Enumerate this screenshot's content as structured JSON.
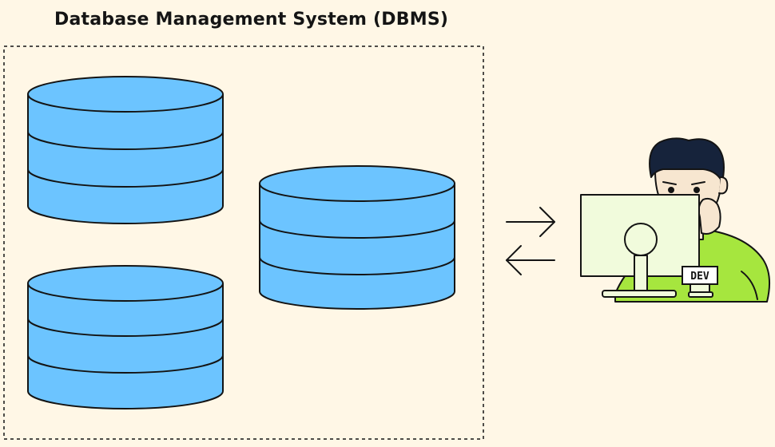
{
  "title": "Database Management System (DBMS)",
  "databases": [
    {
      "name": "database-top-left",
      "layers": 3
    },
    {
      "name": "database-right",
      "layers": 3
    },
    {
      "name": "database-bottom-left",
      "layers": 3
    }
  ],
  "arrows": {
    "to_user": "right-arrow",
    "from_user": "left-arrow"
  },
  "monitor": {
    "badge": "DEV"
  },
  "colors": {
    "background": "#fff7e6",
    "database_fill": "#6cc4ff",
    "monitor_screen": "#f1fbdc",
    "shirt": "#a6e63e",
    "hair": "#16233b",
    "stroke": "#141414"
  }
}
